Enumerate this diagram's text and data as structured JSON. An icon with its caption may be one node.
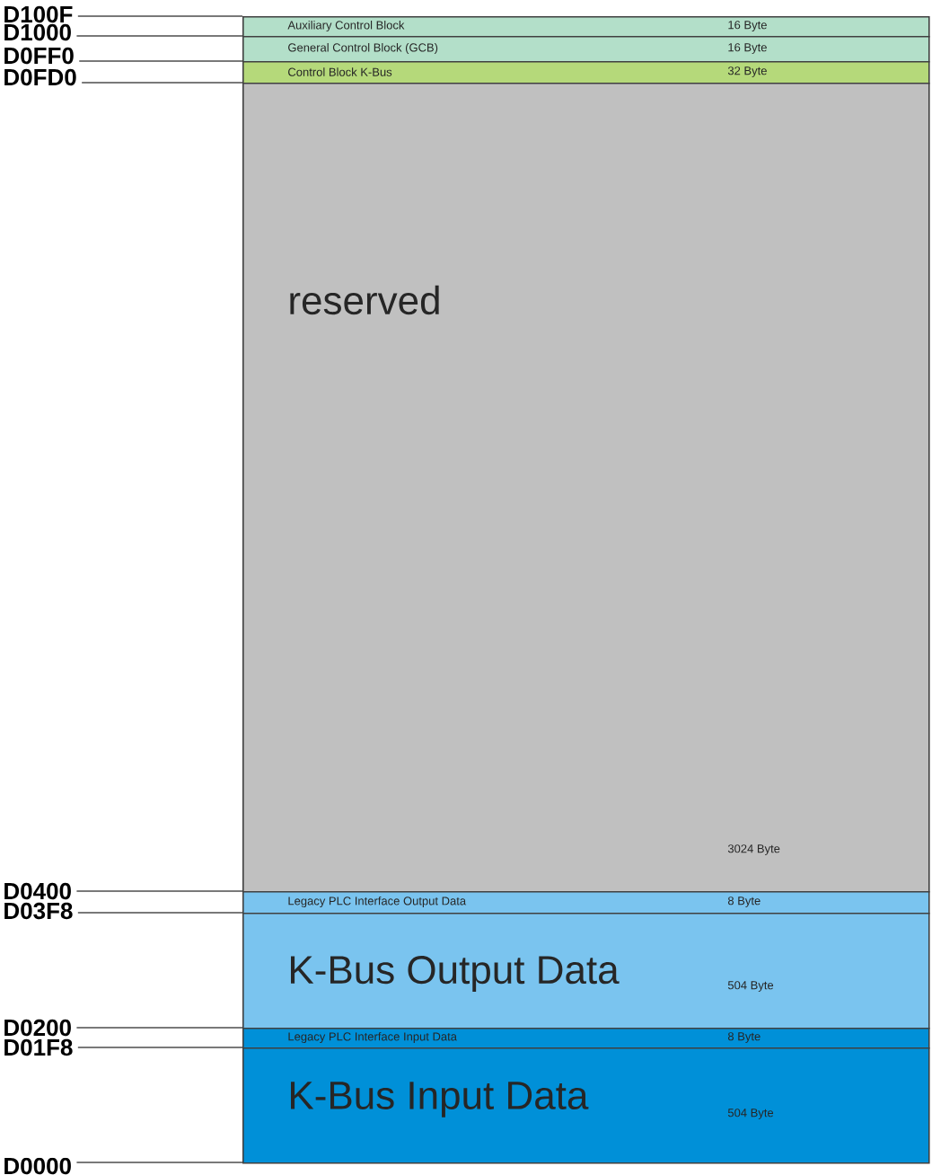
{
  "diagram": {
    "nodes": [
      {
        "text": [
          "Auxiliary Control Block",
          "16 Byte"
        ]
      },
      {
        "text": [
          "General Control Block (GCB)",
          "16 Byte"
        ]
      },
      {
        "text": [
          "Control Block K-Bus",
          "32 Byte"
        ]
      },
      {
        "text": [
          "reserved",
          "3024 Byte"
        ]
      },
      {
        "text": [
          "Legacy PLC Interface Output Data",
          "8 Byte"
        ]
      },
      {
        "text": [
          "K-Bus Output Data",
          "504 Byte"
        ]
      },
      {
        "text": [
          "Legacy PLC Interface Input Data",
          "8 Byte"
        ]
      },
      {
        "text": [
          "K-Bus Input Data",
          "504 Byte"
        ]
      },
      {
        "text": [
          "D100F"
        ]
      },
      {
        "text": [
          "D1000"
        ]
      },
      {
        "text": [
          "D0FF0"
        ]
      },
      {
        "text": [
          "D0FD0"
        ]
      },
      {
        "text": [
          "D0400"
        ]
      },
      {
        "text": [
          "D03F8"
        ]
      },
      {
        "text": [
          "D0200"
        ]
      },
      {
        "text": [
          "D01F8"
        ]
      },
      {
        "text": [
          "D0000"
        ]
      }
    ],
    "edges": [
      {
        "from": 8,
        "to": 0,
        "arrow": "none"
      },
      {
        "from": 9,
        "to": 0,
        "arrow": "none"
      },
      {
        "from": 10,
        "to": 1,
        "arrow": "none"
      },
      {
        "from": 11,
        "to": 2,
        "arrow": "none"
      },
      {
        "from": 12,
        "to": 3,
        "arrow": "none"
      },
      {
        "from": 13,
        "to": 4,
        "arrow": "none"
      },
      {
        "from": 14,
        "to": 5,
        "arrow": "none"
      },
      {
        "from": 15,
        "to": 6,
        "arrow": "none"
      },
      {
        "from": 16,
        "to": 7,
        "arrow": "none"
      }
    ]
  }
}
